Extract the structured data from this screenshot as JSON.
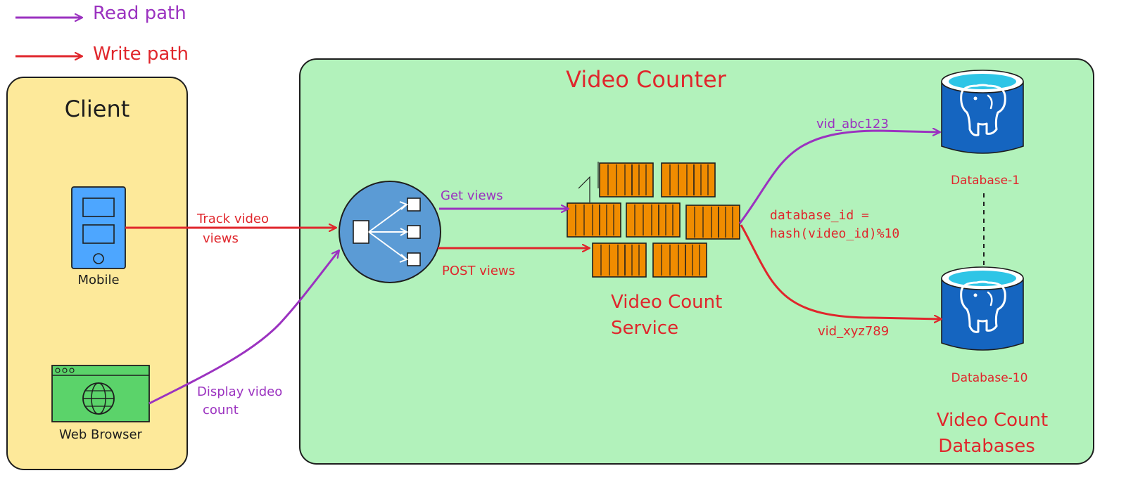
{
  "legend": {
    "read_label": "Read path",
    "write_label": "Write path"
  },
  "client": {
    "title": "Client",
    "mobile_label": "Mobile",
    "browser_label": "Web Browser"
  },
  "video_counter": {
    "title": "Video Counter"
  },
  "edges": {
    "track_line1": "Track video",
    "track_line2": "views",
    "display_line1": "Display video",
    "display_line2": "count",
    "get_views": "Get views",
    "post_views": "POST views",
    "vid_read": "vid_abc123",
    "vid_write": "vid_xyz789",
    "shard_line1": "database_id =",
    "shard_line2": "hash(video_id)%10"
  },
  "service": {
    "line1": "Video Count",
    "line2": "Service"
  },
  "databases": {
    "db1_label": "Database-1",
    "db10_label": "Database-10",
    "group_line1": "Video Count",
    "group_line2": "Databases"
  },
  "colors": {
    "read": "#9b32c0",
    "write": "#e0262c",
    "client_bg": "#fde99a",
    "counter_bg": "#b2f2bb",
    "container": "#f08c00",
    "lb": "#5b9bd5",
    "db": "#1565c0",
    "db_top": "#2ec5e6",
    "mobile": "#4da6ff",
    "browser": "#5bd36a"
  },
  "icons": {
    "load_balancer": "load-balancer-icon",
    "database": "postgres-elephant-icon",
    "mobile": "mobile-phone-icon",
    "browser": "globe-icon",
    "container": "shipping-container-icon"
  }
}
